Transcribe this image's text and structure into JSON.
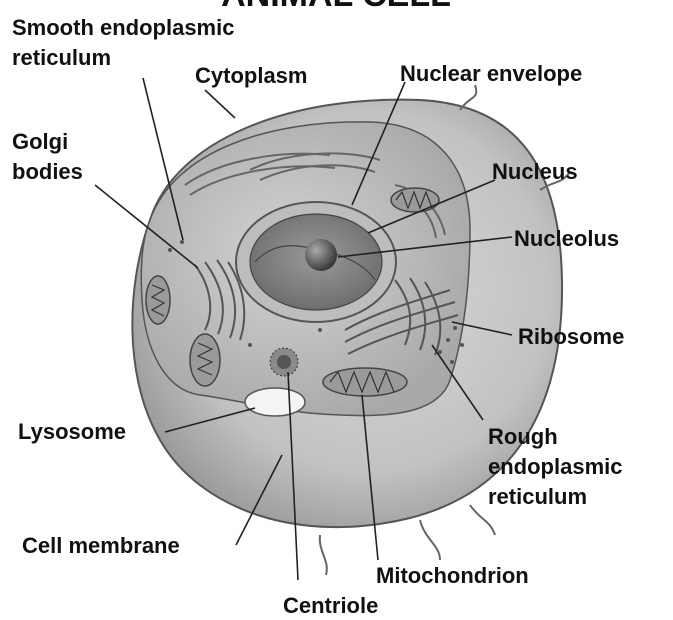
{
  "header_fragment": "ANIMAL CELL",
  "labels": {
    "smooth_er_line1": "Smooth endoplasmic",
    "smooth_er_line2": "reticulum",
    "cytoplasm": "Cytoplasm",
    "nuclear_envelope": "Nuclear envelope",
    "golgi_line1": "Golgi",
    "golgi_line2": "bodies",
    "nucleus": "Nucleus",
    "nucleolus": "Nucleolus",
    "ribosome": "Ribosome",
    "lysosome": "Lysosome",
    "rough_er_line1": "Rough",
    "rough_er_line2": "endoplasmic",
    "rough_er_line3": "reticulum",
    "cell_membrane": "Cell membrane",
    "mitochondrion": "Mitochondrion",
    "centriole": "Centriole"
  }
}
